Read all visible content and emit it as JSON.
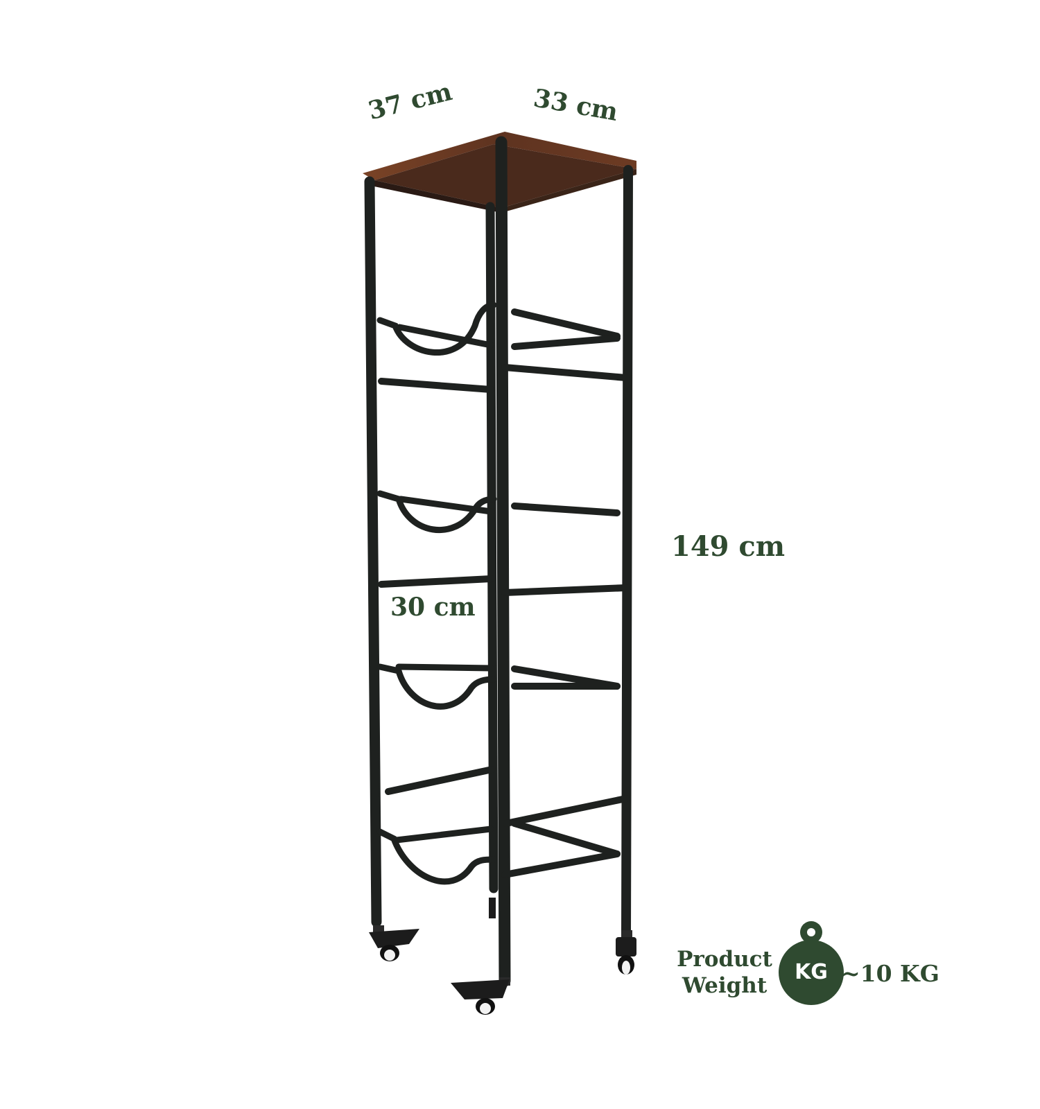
{
  "product": {
    "dimensions": {
      "width": "37 cm",
      "depth": "33 cm",
      "height": "149 cm",
      "shelf_gap": "30 cm"
    },
    "weight": {
      "label_line1": "Product",
      "label_line2": "Weight",
      "icon_text": "KG",
      "value": "~10 KG"
    }
  },
  "colors": {
    "accent_green": "#2f4a30",
    "frame": "#1e211f",
    "wood_top": "#6b3a22",
    "caster_wheel": "#f2f2f2"
  },
  "icons": [
    "weight-icon",
    "caster-wheel-icon"
  ]
}
